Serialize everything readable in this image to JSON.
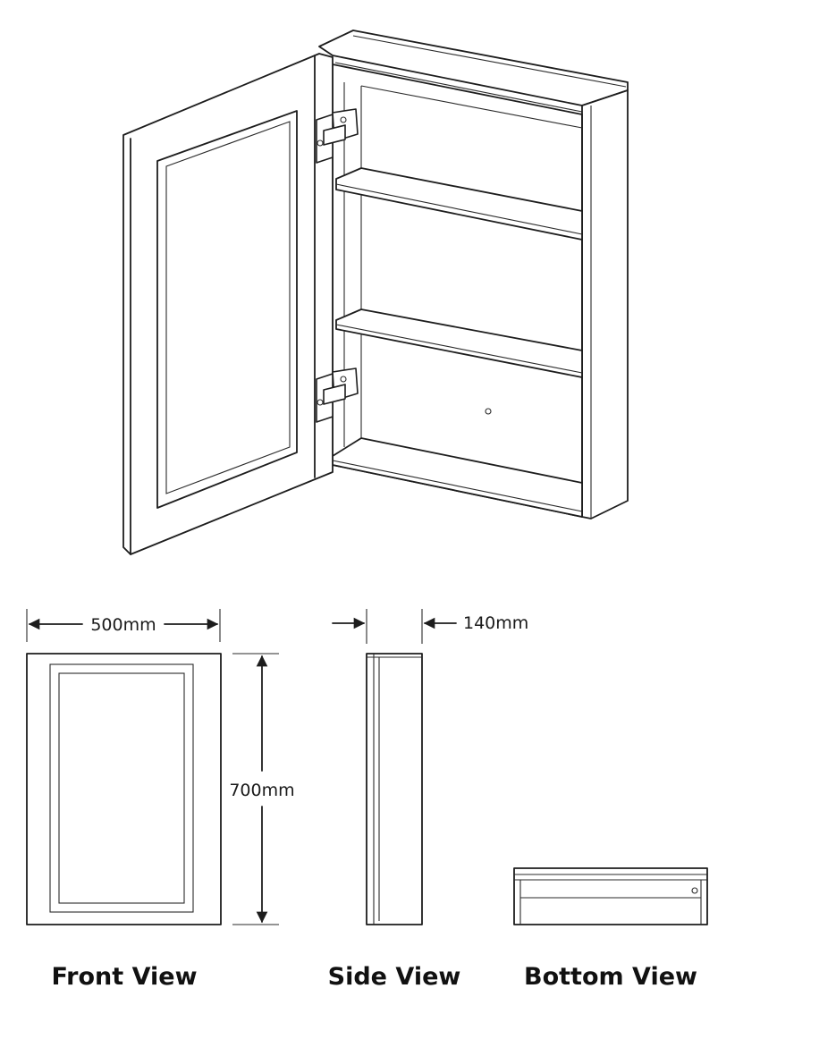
{
  "dimensions": {
    "width": "500mm",
    "height": "700mm",
    "depth": "140mm"
  },
  "views": {
    "front": "Front View",
    "side": "Side View",
    "bottom": "Bottom View"
  },
  "colors": {
    "line": "#1d1d1d",
    "background": "#ffffff"
  }
}
